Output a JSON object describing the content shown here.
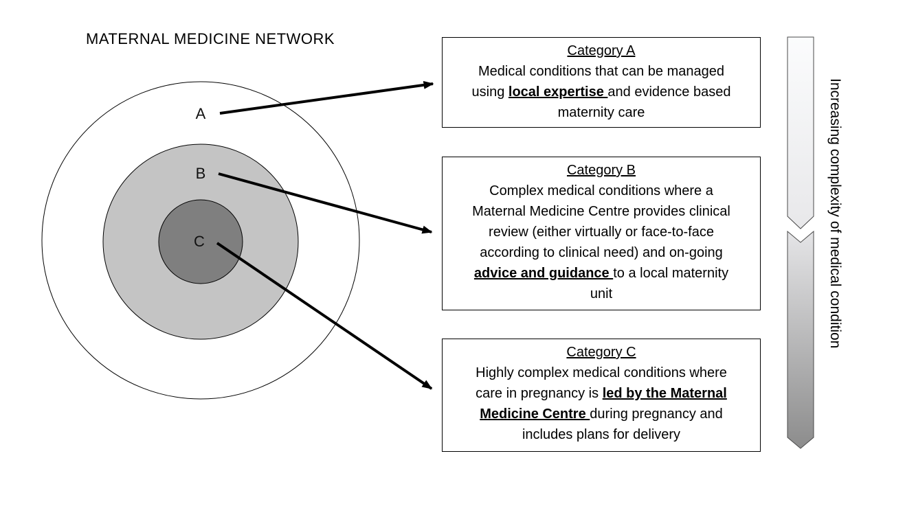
{
  "title": "MATERNAL MEDICINE NETWORK",
  "side_label": "Increasing complexity of medical condition",
  "venn": {
    "labels": [
      "A",
      "B",
      "C"
    ],
    "rings": [
      {
        "label": "A",
        "fill": "#FFFFFF",
        "meaning": "Category A"
      },
      {
        "label": "B",
        "fill": "#C4C4C4",
        "meaning": "Category B"
      },
      {
        "label": "C",
        "fill": "#7F7F7F",
        "meaning": "Category C"
      }
    ],
    "stroke": "#000000"
  },
  "boxes": [
    {
      "title": "Category A",
      "segments": [
        {
          "text": "Medical conditions that can be managed\nusing "
        },
        {
          "text": "local expertise ",
          "em": true
        },
        {
          "text": "and evidence based\nmaternity care"
        }
      ]
    },
    {
      "title": "Category B",
      "segments": [
        {
          "text": "Complex medical conditions where a\nMaternal Medicine Centre provides clinical\nreview (either virtually or face-to-face\naccording to clinical need) and on-going\n"
        },
        {
          "text": "advice and guidance ",
          "em": true
        },
        {
          "text": "to a local maternity\nunit"
        }
      ]
    },
    {
      "title": "Category C",
      "segments": [
        {
          "text": "Highly complex medical conditions where\ncare in pregnancy is "
        },
        {
          "text": "led by the Maternal\nMedicine Centre ",
          "em": true
        },
        {
          "text": "during pregnancy and\nincludes plans for delivery"
        }
      ]
    }
  ],
  "gradient_arrow": {
    "top_color": "#FAFBFC",
    "bottom_color": "#8C8C8C",
    "outline": "#4A4A4A"
  },
  "connector_color": "#000000"
}
